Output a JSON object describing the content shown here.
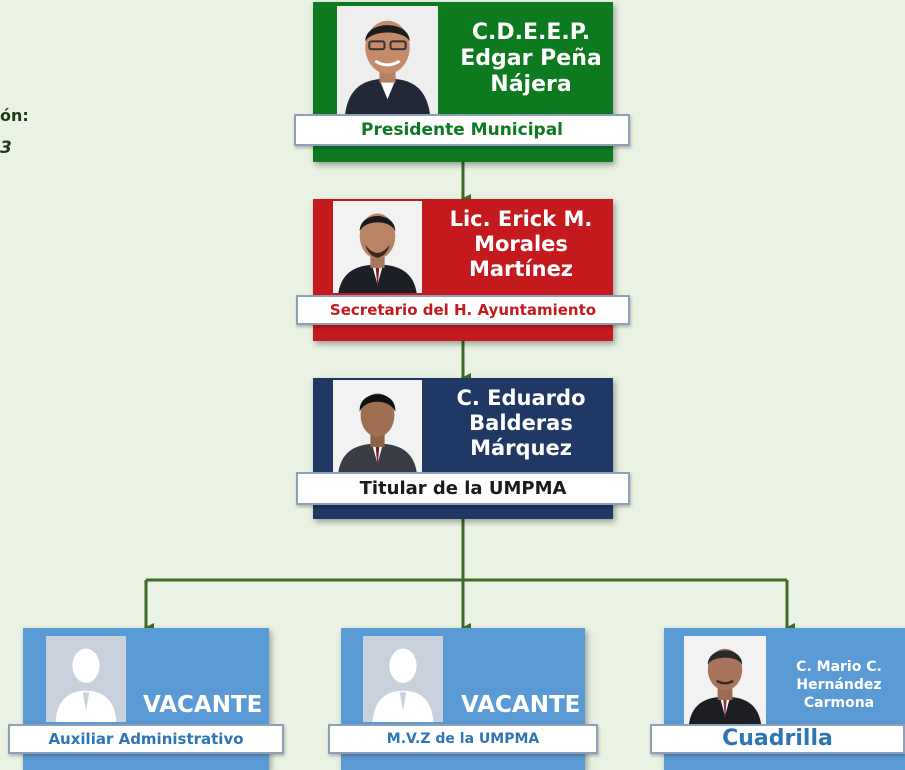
{
  "fragments": {
    "line1": "ón:",
    "line2": "3"
  },
  "nodes": {
    "presidente": {
      "name_lines": [
        "C.D.E.E.P.",
        "Edgar  Peña",
        "Nájera"
      ],
      "title": "Presidente Municipal"
    },
    "secretario": {
      "name_lines": [
        "Lic. Erick M.",
        "Morales",
        "Martínez"
      ],
      "title": "Secretario del H. Ayuntamiento"
    },
    "titular": {
      "name_lines": [
        "C. Eduardo",
        "Balderas",
        "Márquez"
      ],
      "title": "Titular de la UMPMA"
    },
    "auxiliar": {
      "status": "VACANTE",
      "title": "Auxiliar Administrativo"
    },
    "mvz": {
      "status": "VACANTE",
      "title": "M.V.Z de la UMPMA"
    },
    "cuadrilla": {
      "name_lines": [
        "C. Mario C.",
        "Hernández",
        "Carmona"
      ],
      "title": "Cuadrilla"
    }
  },
  "colors": {
    "presidente": "#0d7a1f",
    "secretario": "#c41a1e",
    "titular": "#203864",
    "staff": "#5b9bd5",
    "connector": "#3d6b27",
    "background": "#e9f2e3"
  },
  "icons": {
    "vacant_photo": "person-silhouette-icon",
    "arrow": "arrow-down-icon"
  }
}
